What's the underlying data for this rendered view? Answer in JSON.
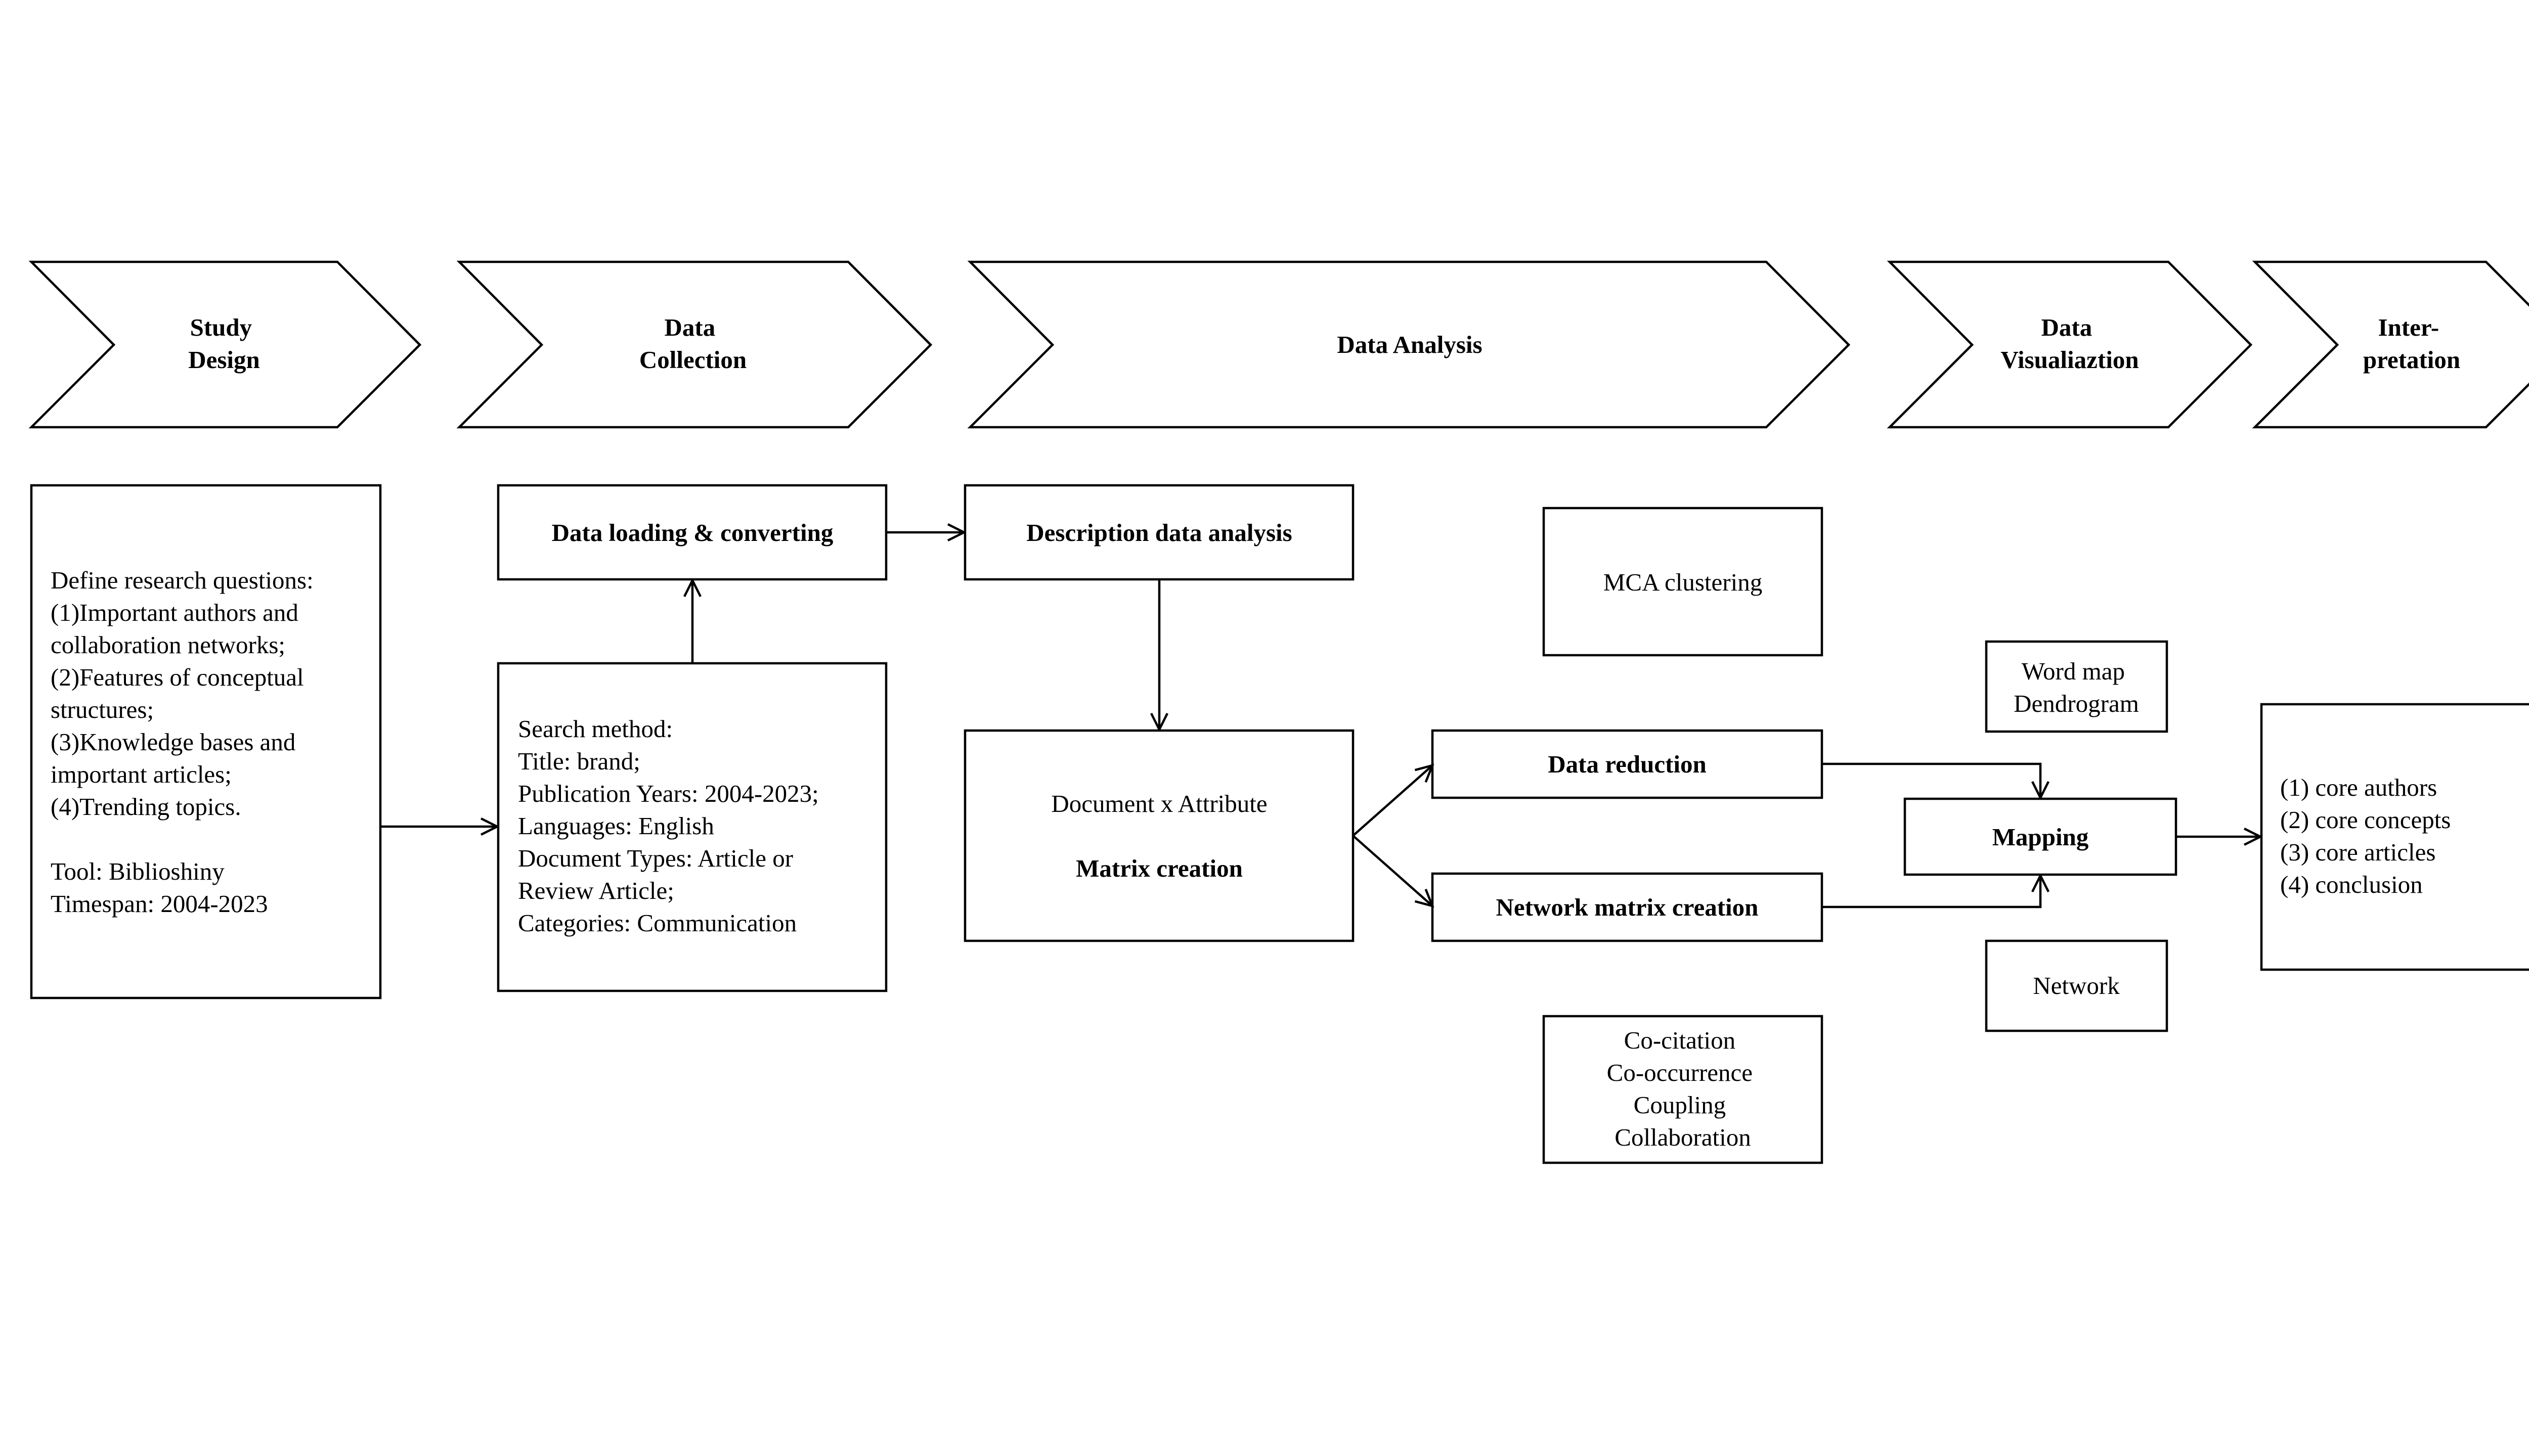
{
  "stages": [
    {
      "lines": [
        "Study",
        "Design"
      ]
    },
    {
      "lines": [
        "Data",
        "Collection"
      ]
    },
    {
      "lines": [
        "Data Analysis"
      ]
    },
    {
      "lines": [
        "Data",
        "Visualiaztion"
      ]
    },
    {
      "lines": [
        "Inter-",
        "pretation"
      ]
    }
  ],
  "study_design": {
    "lines": [
      "Define research questions:",
      "(1)Important authors and",
      "collaboration networks;",
      "(2)Features of conceptual",
      "structures;",
      "(3)Knowledge bases and",
      "important articles;",
      "(4)Trending topics.",
      "",
      "Tool: Biblioshiny",
      "Timespan: 2004-2023"
    ]
  },
  "data_loading": {
    "label": "Data loading & converting"
  },
  "search": {
    "lines": [
      "Search method:",
      "Title: brand;",
      "Publication Years: 2004-2023;",
      "Languages: English",
      "Document Types: Article or",
      "Review Article;",
      "Categories: Communication"
    ]
  },
  "description_analysis": {
    "label": "Description data analysis"
  },
  "matrix": {
    "line1": "Document x Attribute",
    "line2": "Matrix creation"
  },
  "mca": {
    "label": "MCA clustering"
  },
  "data_reduction": {
    "label": "Data reduction"
  },
  "network_matrix": {
    "label": "Network matrix creation"
  },
  "network_types": {
    "lines": [
      "Co-citation",
      "Co-occurrence",
      "Coupling",
      "Collaboration"
    ]
  },
  "word_map": {
    "lines": [
      "Word map",
      "Dendrogram"
    ]
  },
  "mapping": {
    "label": "Mapping"
  },
  "network": {
    "label": "Network"
  },
  "interpretation": {
    "lines": [
      "(1) core authors",
      "(2) core concepts",
      "(3) core articles",
      "(4) conclusion"
    ]
  }
}
